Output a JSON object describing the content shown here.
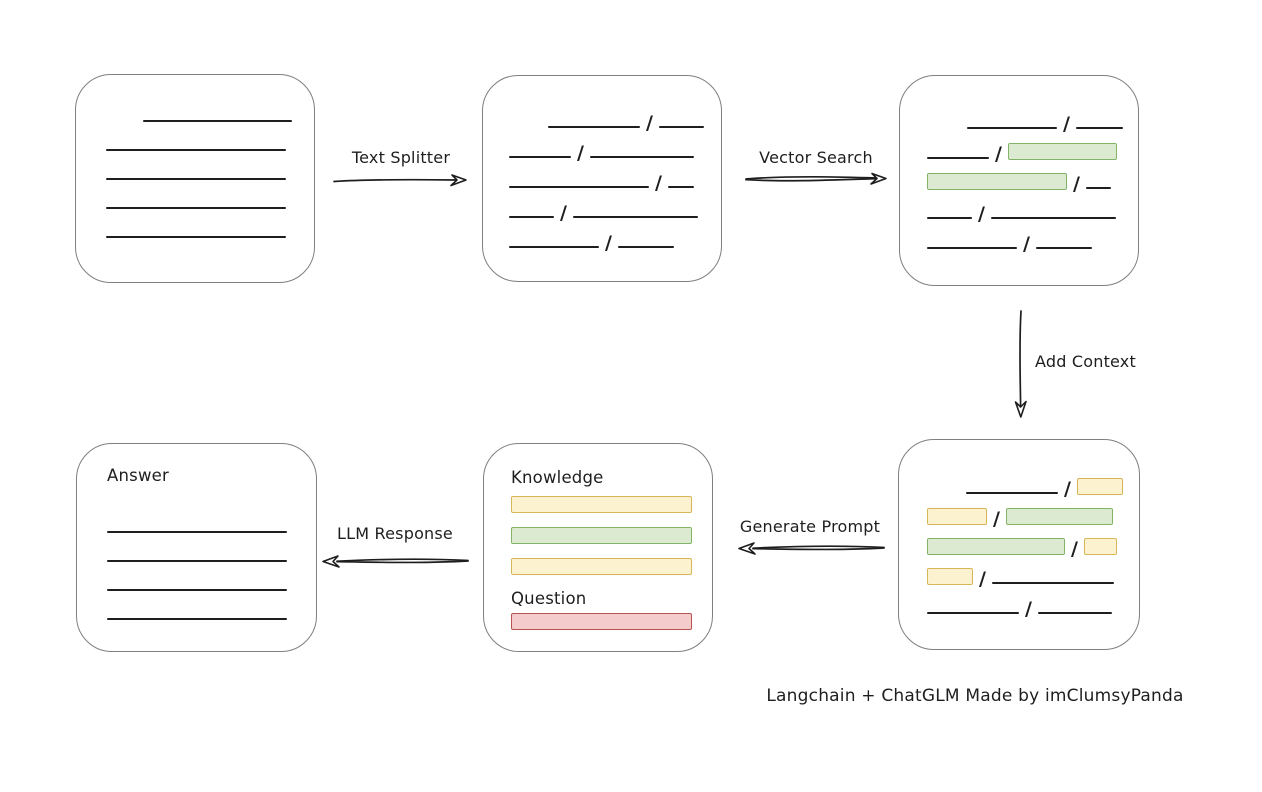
{
  "attribution": "Langchain + ChatGLM Made by imClumsyPanda",
  "arrows": {
    "text_splitter": {
      "label": "Text Splitter",
      "direction": "right"
    },
    "vector_search": {
      "label": "Vector Search",
      "direction": "right"
    },
    "add_context": {
      "label": "Add Context",
      "direction": "down"
    },
    "generate_prompt": {
      "label": "Generate Prompt",
      "direction": "left"
    },
    "llm_response": {
      "label": "LLM Response",
      "direction": "left"
    }
  },
  "colors": {
    "ink": "#1e1e1e",
    "box_border": "#7f7f7f",
    "green_fill": "#dcead2",
    "green_border": "#82b366",
    "yellow_fill": "#fdf2d0",
    "yellow_border": "#d6b656",
    "red_fill": "#f4cccc",
    "red_border": "#b85450"
  },
  "boxes": {
    "document": {
      "rows": [
        [
          {
            "t": "space",
            "w": 31
          },
          {
            "t": "line",
            "w": 149
          }
        ],
        [
          {
            "t": "line",
            "w": 180
          }
        ],
        [
          {
            "t": "line",
            "w": 180
          }
        ],
        [
          {
            "t": "line",
            "w": 180
          }
        ],
        [
          {
            "t": "line",
            "w": 180
          }
        ]
      ]
    },
    "chunks": {
      "rows": [
        [
          {
            "t": "space",
            "w": 33
          },
          {
            "t": "line",
            "w": 92
          },
          {
            "t": "slash"
          },
          {
            "t": "line",
            "w": 45
          }
        ],
        [
          {
            "t": "line",
            "w": 62
          },
          {
            "t": "slash"
          },
          {
            "t": "line",
            "w": 104
          }
        ],
        [
          {
            "t": "line",
            "w": 140
          },
          {
            "t": "slash"
          },
          {
            "t": "line",
            "w": 26
          }
        ],
        [
          {
            "t": "line",
            "w": 45
          },
          {
            "t": "slash"
          },
          {
            "t": "line",
            "w": 125
          }
        ],
        [
          {
            "t": "line",
            "w": 90
          },
          {
            "t": "slash"
          },
          {
            "t": "line",
            "w": 56
          }
        ]
      ]
    },
    "retrieved": {
      "rows": [
        [
          {
            "t": "space",
            "w": 34
          },
          {
            "t": "line",
            "w": 90
          },
          {
            "t": "slash"
          },
          {
            "t": "line",
            "w": 47
          }
        ],
        [
          {
            "t": "line",
            "w": 62
          },
          {
            "t": "slash"
          },
          {
            "t": "bar-green",
            "w": 107
          }
        ],
        [
          {
            "t": "bar-green",
            "w": 138
          },
          {
            "t": "slash"
          },
          {
            "t": "line",
            "w": 25
          }
        ],
        [
          {
            "t": "line",
            "w": 45
          },
          {
            "t": "slash"
          },
          {
            "t": "line",
            "w": 125
          }
        ],
        [
          {
            "t": "line",
            "w": 90
          },
          {
            "t": "slash"
          },
          {
            "t": "line",
            "w": 56
          }
        ]
      ]
    },
    "context": {
      "rows": [
        [
          {
            "t": "space",
            "w": 33
          },
          {
            "t": "line",
            "w": 92
          },
          {
            "t": "slash"
          },
          {
            "t": "bar-yellow",
            "w": 44
          }
        ],
        [
          {
            "t": "bar-yellow",
            "w": 58
          },
          {
            "t": "slash"
          },
          {
            "t": "bar-green",
            "w": 105
          }
        ],
        [
          {
            "t": "bar-green",
            "w": 136
          },
          {
            "t": "slash"
          },
          {
            "t": "bar-yellow",
            "w": 31
          }
        ],
        [
          {
            "t": "bar-yellow",
            "w": 44
          },
          {
            "t": "slash"
          },
          {
            "t": "line",
            "w": 122
          }
        ],
        [
          {
            "t": "line",
            "w": 92
          },
          {
            "t": "slash"
          },
          {
            "t": "line",
            "w": 74
          }
        ]
      ]
    },
    "prompt": {
      "knowledge_label": "Knowledge",
      "question_label": "Question",
      "knowledge_rows": [
        [
          {
            "t": "bar-yellow",
            "w": 179
          }
        ],
        [
          {
            "t": "bar-green",
            "w": 179
          }
        ],
        [
          {
            "t": "bar-yellow",
            "w": 179
          }
        ]
      ],
      "question_rows": [
        [
          {
            "t": "bar-red",
            "w": 179
          }
        ]
      ]
    },
    "answer": {
      "label": "Answer",
      "rows": [
        [
          {
            "t": "line",
            "w": 180
          }
        ],
        [
          {
            "t": "line",
            "w": 180
          }
        ],
        [
          {
            "t": "line",
            "w": 180
          }
        ],
        [
          {
            "t": "line",
            "w": 180
          }
        ]
      ]
    }
  }
}
